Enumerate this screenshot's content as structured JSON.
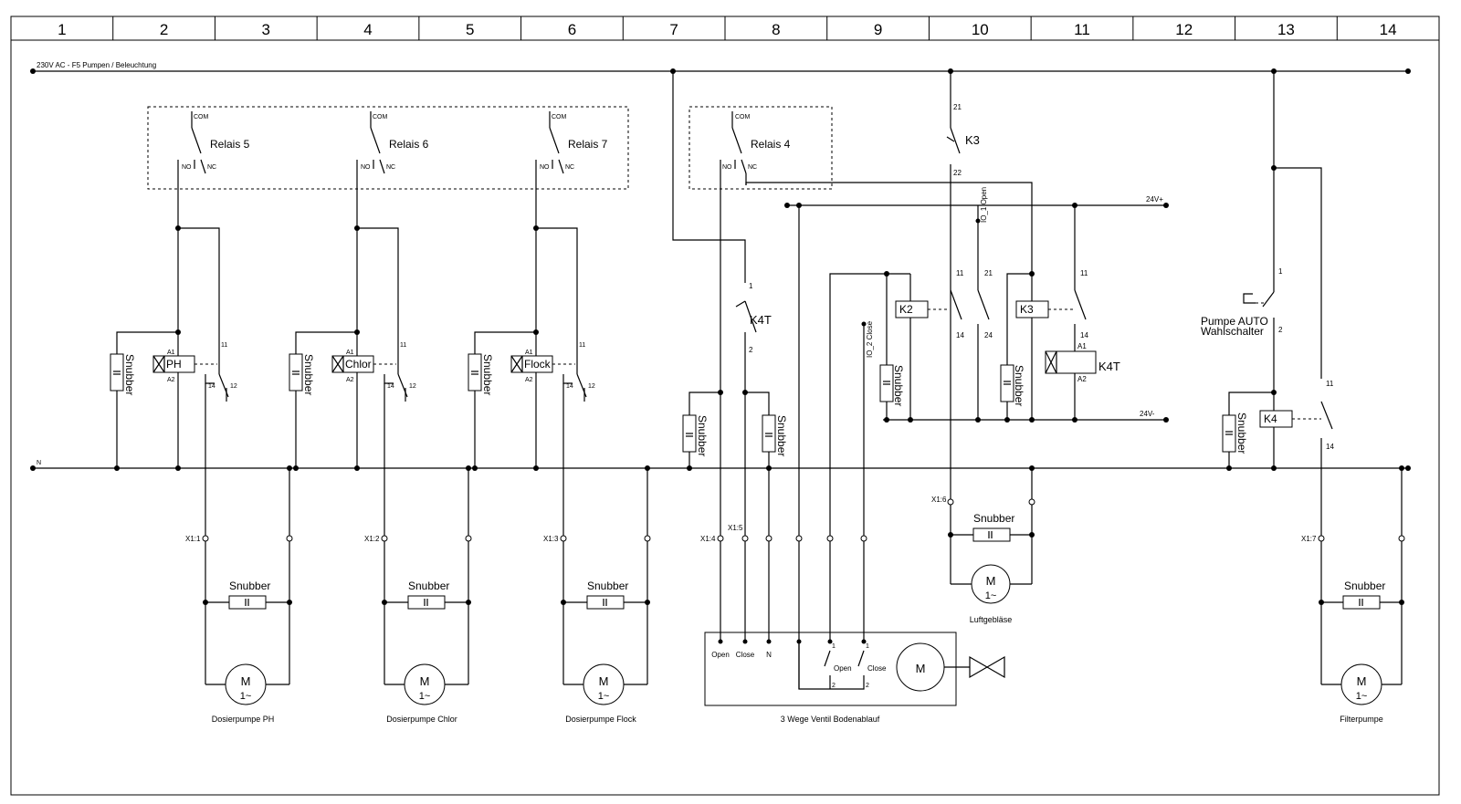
{
  "grid_columns": [
    "1",
    "2",
    "3",
    "4",
    "5",
    "6",
    "7",
    "8",
    "9",
    "10",
    "11",
    "12",
    "13",
    "14"
  ],
  "rails": {
    "supply": "230V AC - F5 Pumpen / Beleuchtung",
    "neutral": "N",
    "dc_plus": "24V+",
    "dc_minus": "24V-"
  },
  "relays": [
    {
      "name": "Relais 5",
      "com": "COM",
      "no": "NO",
      "nc": "NC"
    },
    {
      "name": "Relais 6",
      "com": "COM",
      "no": "NO",
      "nc": "NC"
    },
    {
      "name": "Relais 7",
      "com": "COM",
      "no": "NO",
      "nc": "NC"
    },
    {
      "name": "Relais 4",
      "com": "COM",
      "no": "NO",
      "nc": "NC"
    }
  ],
  "coils": {
    "ph": "PH",
    "chlor": "Chlor",
    "flock": "Flock",
    "k2": "K2",
    "k3": "K3",
    "k4": "K4",
    "k4t": "K4T"
  },
  "contact_labels": {
    "k3": "K3",
    "k4t": "K4T"
  },
  "pins": {
    "a1": "A1",
    "a2": "A2",
    "p11": "11",
    "p12": "12",
    "p14": "14",
    "p21": "21",
    "p22": "22",
    "p24": "24",
    "p1": "1",
    "p2": "2"
  },
  "snubber": "Snubber",
  "io_labels": {
    "io1": "IO_1 Open",
    "io2": "IO_2 Close"
  },
  "switch_label": [
    "Pumpe AUTO",
    "Wahlschalter"
  ],
  "terminals": {
    "x11": "X1:1",
    "x12": "X1:2",
    "x13": "X1:3",
    "x14": "X1:4",
    "x15": "X1:5",
    "x16": "X1:6",
    "x17": "X1:7"
  },
  "motor": {
    "symbol": "M",
    "phase": "1~"
  },
  "valve": {
    "caption": "3 Wege Ventil Bodenablauf",
    "open": "Open",
    "close": "Close",
    "n": "N",
    "sw_open": "Open",
    "sw_close": "Close",
    "pin1": "1",
    "pin2": "2",
    "motor": "M"
  },
  "loads": {
    "ph": "Dosierpumpe PH",
    "chlor": "Dosierpumpe Chlor",
    "flock": "Dosierpumpe Flock",
    "luft": "Luftgebläse",
    "filter": "Filterpumpe"
  }
}
